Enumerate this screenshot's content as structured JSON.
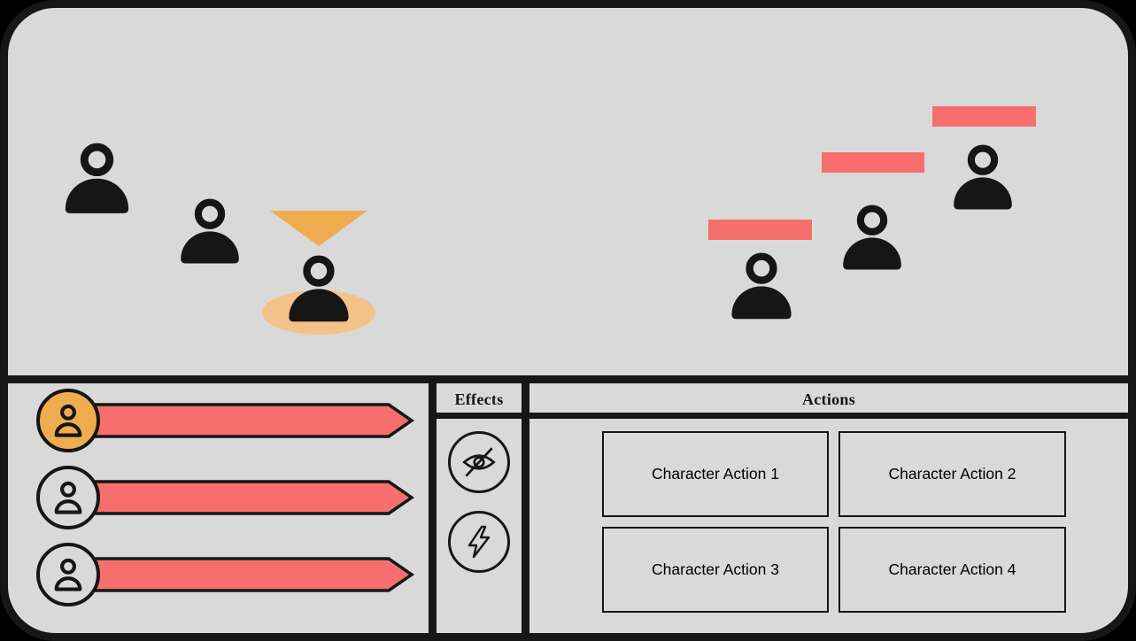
{
  "colors": {
    "panel_bg": "#d9d9d9",
    "line_black": "#161616",
    "health_red": "#f76e6e",
    "select_orange": "#efac4f",
    "select_glow": "#f2c289"
  },
  "battle_scene": {
    "ally_icons": [
      "person-icon",
      "person-icon",
      "person-icon"
    ],
    "selected_ally_index": 2,
    "selection_indicators": [
      "triangle-marker",
      "ellipse-glow"
    ],
    "enemy_icons": [
      "person-icon",
      "person-icon",
      "person-icon"
    ],
    "enemy_health_bars": [
      "full",
      "full",
      "full"
    ]
  },
  "party_panel": {
    "rows": [
      {
        "avatar_icon": "person-icon",
        "highlighted": true,
        "bar": "full"
      },
      {
        "avatar_icon": "person-icon",
        "highlighted": false,
        "bar": "full"
      },
      {
        "avatar_icon": "person-icon",
        "highlighted": false,
        "bar": "full"
      }
    ]
  },
  "effects_panel": {
    "title": "Effects",
    "effects": [
      {
        "icon": "eye-slash-icon"
      },
      {
        "icon": "lightning-bolt-icon"
      }
    ]
  },
  "actions_panel": {
    "title": "Actions",
    "buttons": [
      {
        "label": "Character Action 1"
      },
      {
        "label": "Character Action 2"
      },
      {
        "label": "Character Action 3"
      },
      {
        "label": "Character Action 4"
      }
    ]
  }
}
